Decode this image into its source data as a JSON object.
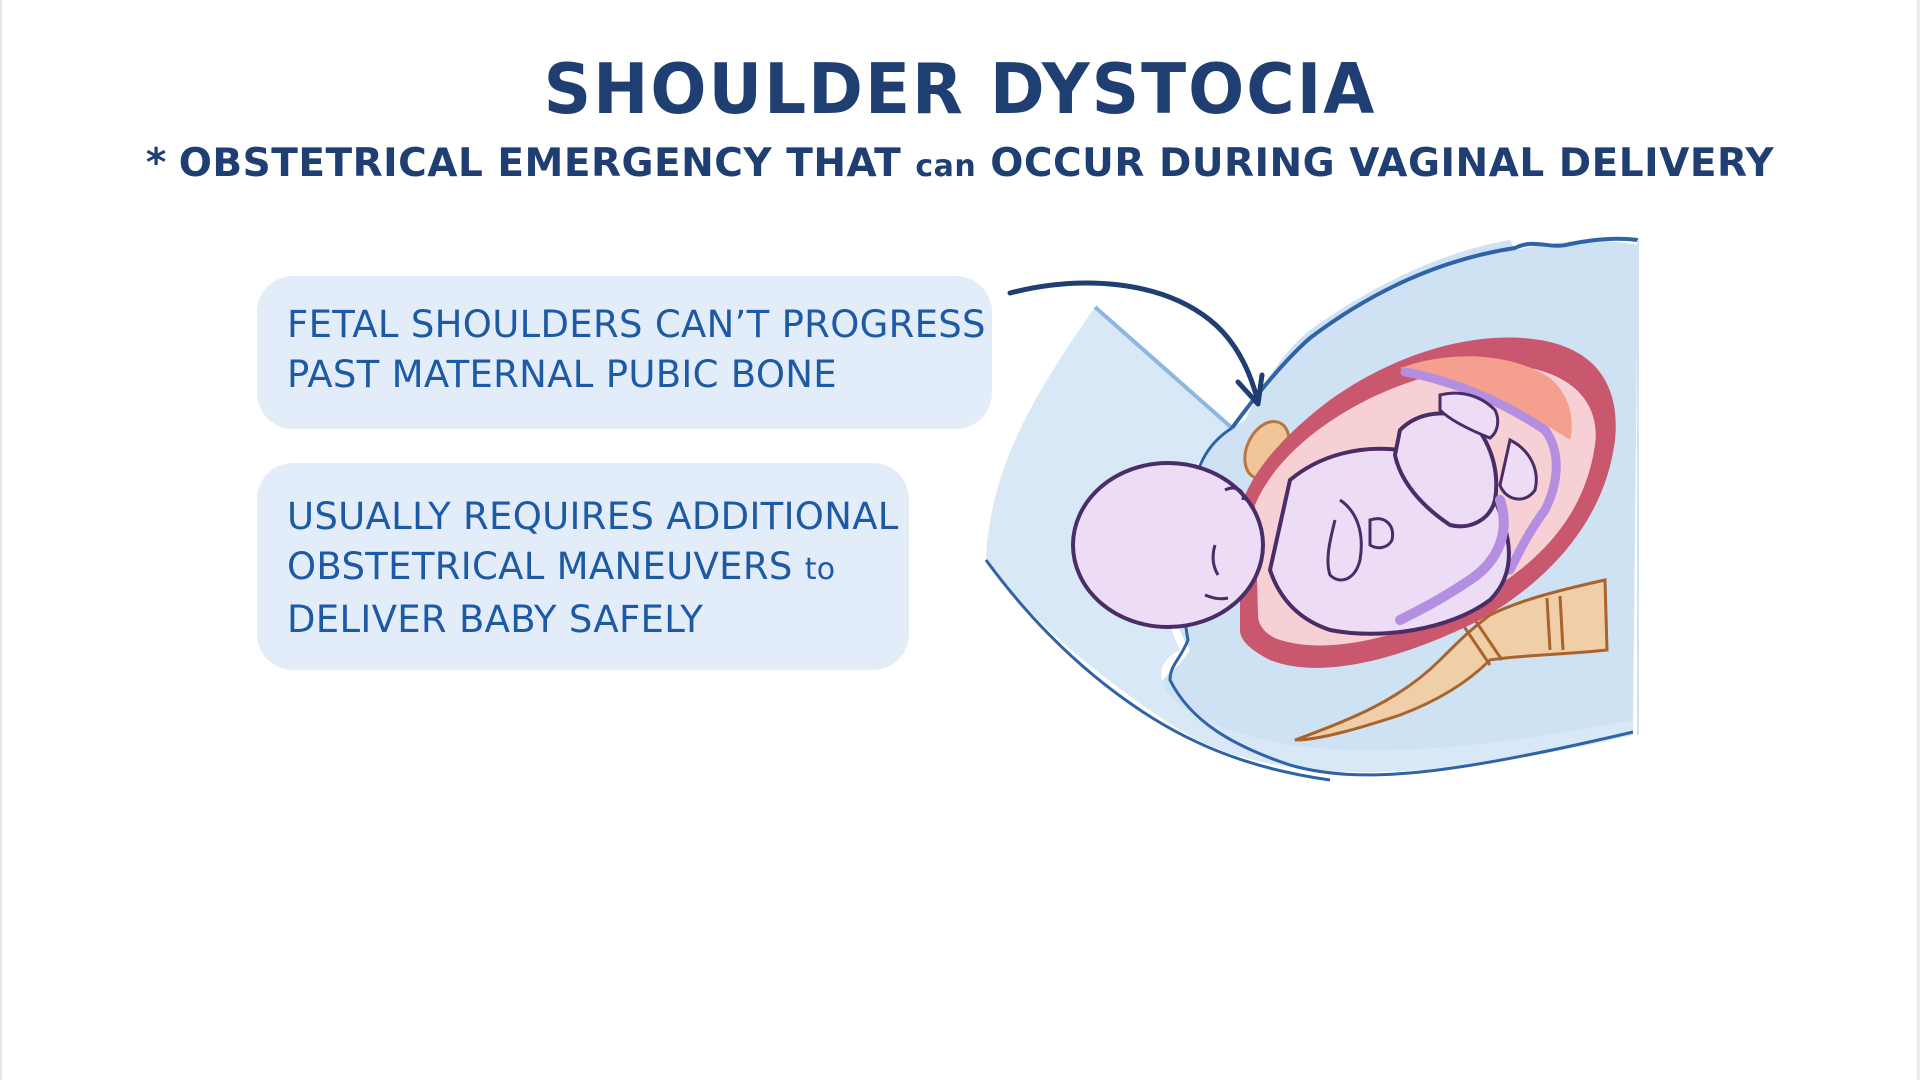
{
  "slide": {
    "title": "SHOULDER DYSTOCIA",
    "subtitle": {
      "bullet": "*",
      "part1": "OBSTETRICAL EMERGENCY THAT",
      "part2": "can",
      "part3": "OCCUR DURING VAGINAL DELIVERY"
    },
    "notes": [
      {
        "lines": [
          "FETAL SHOULDERS CAN’T PROGRESS",
          "PAST MATERNAL PUBIC BONE"
        ]
      },
      {
        "lines": [
          "USUALLY REQUIRES ADDITIONAL",
          "OBSTETRICAL MANEUVERS",
          "DELIVER BABY SAFELY"
        ],
        "line2_suffix": "to"
      }
    ],
    "illustration": {
      "subject": "fetus-in-uterus-shoulder-impacted-on-pubic-bone",
      "arrow_target": "maternal-pubic-bone"
    }
  },
  "colors": {
    "title": "#1f3f73",
    "note_text": "#1d5aa6",
    "note_background": "#e3edf9",
    "maternal_body": "#cfe2f3",
    "maternal_outline": "#2f63a8",
    "uterus": "#c9576d",
    "fetus": "#ecdcf6",
    "fetus_outline": "#4a2c67",
    "bone": "#f0cfa8",
    "placenta": "#f5a08e"
  }
}
